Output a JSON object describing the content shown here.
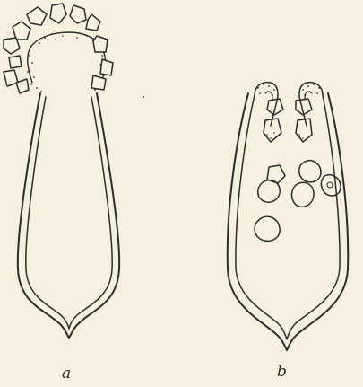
{
  "figure": {
    "panels": [
      {
        "id": "a",
        "label": "a"
      },
      {
        "id": "b",
        "label": "b"
      }
    ],
    "colors": {
      "background": "#f6f1de",
      "ink": "#2b2b2b"
    }
  }
}
